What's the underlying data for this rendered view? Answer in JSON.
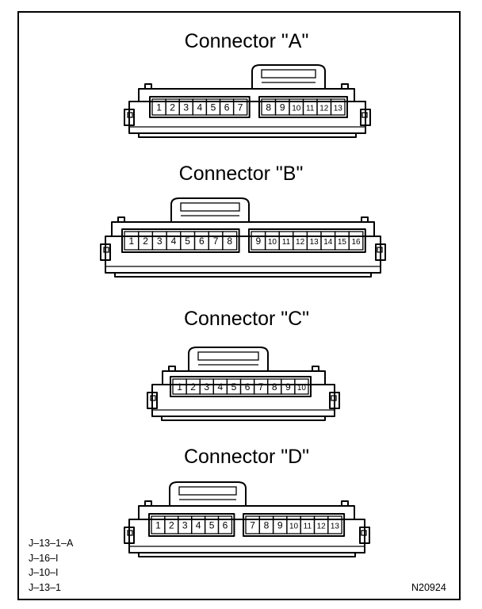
{
  "connectors": [
    {
      "key": "a",
      "title": "Connector \"A\"",
      "groups": [
        [
          "1",
          "2",
          "3",
          "4",
          "5",
          "6",
          "7"
        ],
        [
          "8",
          "9",
          "10",
          "11",
          "12",
          "13"
        ]
      ]
    },
    {
      "key": "b",
      "title": "Connector \"B\"",
      "groups": [
        [
          "1",
          "2",
          "3",
          "4",
          "5",
          "6",
          "7",
          "8"
        ],
        [
          "9",
          "10",
          "11",
          "12",
          "13",
          "14",
          "15",
          "16"
        ]
      ]
    },
    {
      "key": "c",
      "title": "Connector \"C\"",
      "groups": [
        [
          "1",
          "2",
          "3",
          "4",
          "5",
          "6",
          "7",
          "8",
          "9",
          "10"
        ]
      ]
    },
    {
      "key": "d",
      "title": "Connector \"D\"",
      "groups": [
        [
          "1",
          "2",
          "3",
          "4",
          "5",
          "6"
        ],
        [
          "7",
          "8",
          "9",
          "10",
          "11",
          "12",
          "13"
        ]
      ]
    }
  ],
  "references": [
    "J–13–1–A",
    "J–16–I",
    "J–10–I",
    "J–13–1"
  ],
  "figure_id": "N20924"
}
